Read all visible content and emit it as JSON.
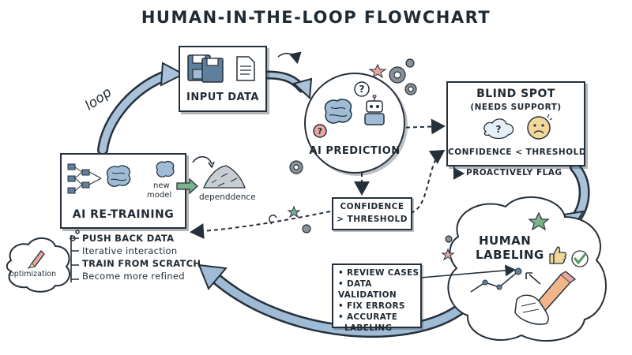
{
  "title": "HUMAN-IN-THE-LOOP FLOWCHART",
  "nodes": {
    "input_data": {
      "label": "INPUT DATA"
    },
    "ai_prediction": {
      "label": "AI PREDICTION"
    },
    "blind_spot": {
      "label": "BLIND SPOT",
      "sublabel": "(NEEDS SUPPORT)",
      "condition": "CONFIDENCE < THRESHOLD",
      "action": "PROACTIVELY FLAG"
    },
    "confidence_gate": {
      "line1": "CONFIDENCE",
      "line2": "> THRESHOLD"
    },
    "human_labeling": {
      "line1": "HUMAN",
      "line2": "LABELING",
      "tasks": [
        "REVIEW CASES",
        "DATA VALIDATION",
        "FIX ERRORS",
        "ACCURATE",
        "LABELING"
      ]
    },
    "ai_retraining": {
      "label": "AI RE-TRAINING",
      "new_model": "new",
      "new_model_2": "model",
      "dependence": "dependdence",
      "notes": [
        "PUSH BACK DATA",
        "Iterative interaction",
        "TRAIN FROM SCRATCH",
        "Become more refined"
      ]
    },
    "optimization": {
      "label": "optimization"
    },
    "loop": {
      "label": "loop"
    }
  },
  "colors": {
    "ink": "#25303a",
    "blue": "#9fbbd6",
    "blue_dark": "#5f7f9e",
    "green": "#7cb38c",
    "pink": "#e9a7a0",
    "gray": "#8a9098",
    "yellow": "#f2d79a"
  }
}
